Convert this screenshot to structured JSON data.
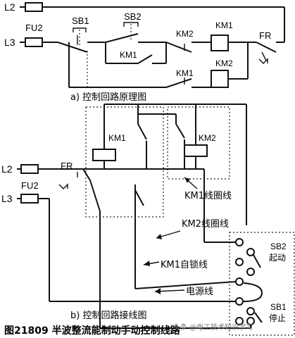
{
  "top": {
    "line_l2": "L2",
    "line_l3": "L3",
    "fuse": "FU2",
    "sb1": "SB1",
    "sb2": "SB2",
    "km1_contact": "KM1",
    "km2_contact": "KM2",
    "km1_coil": "KM1",
    "km2_coil": "KM2",
    "km1_interlock": "KM1",
    "fr": "FR",
    "caption": "a) 控制回路原理图"
  },
  "bottom": {
    "line_l2": "L2",
    "line_l3": "L3",
    "fuse": "FU2",
    "fr": "FR",
    "km1": "KM1",
    "km2": "KM2",
    "km1_coil_wire": "KM1线圈线",
    "km2_coil_wire": "KM2线圈线",
    "km1_selflock_wire": "KM1自锁线",
    "power_wire": "电源线",
    "sb2": "SB2",
    "sb2_action": "起动",
    "sb1": "SB1",
    "sb1_action": "停止",
    "caption": "b) 控制回路接线图"
  },
  "figure_caption": "图21809 半波整流能制动手动控制线路",
  "watermark": "头条 @电工技术知识学习"
}
